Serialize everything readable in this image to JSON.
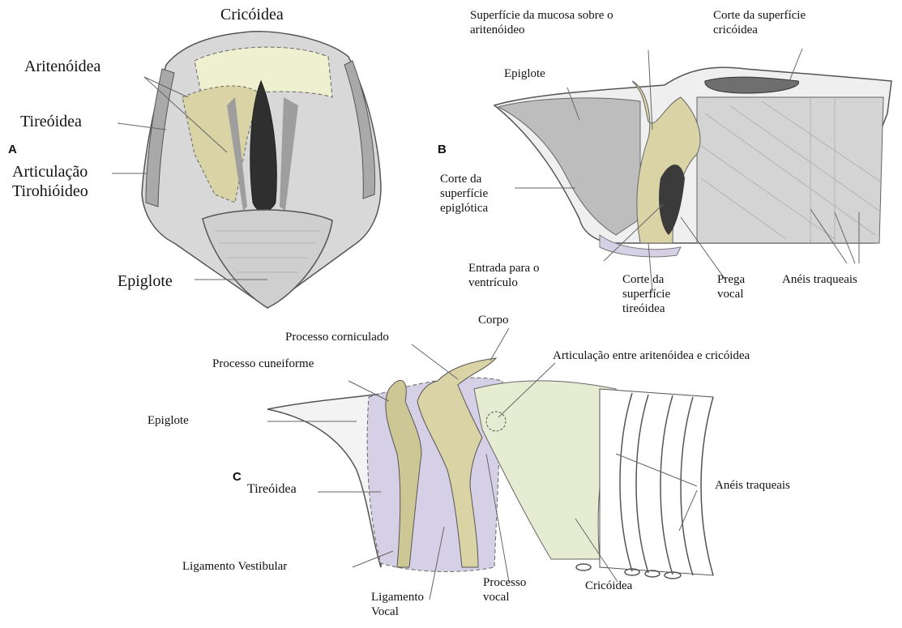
{
  "panel_a": {
    "panel_letter": "A",
    "labels": {
      "cricoidea": "Cricóidea",
      "aritenoidea": "Aritenóidea",
      "tireoidea": "Tireóidea",
      "articulacao_tirohioideo": "Articulação\nTirohióideo",
      "epiglote": "Epiglote"
    }
  },
  "panel_b": {
    "panel_letter": "B",
    "labels": {
      "superficie_mucosa": "Superfície da mucosa sobre o\naritenóideo",
      "corte_superficie_cricoidea": "Corte da superfície\ncricóidea",
      "epiglote": "Epiglote",
      "corte_superficie_epiglotica": "Corte da\nsuperfície\nepiglótica",
      "entrada_ventriculo": "Entrada para o\nventrículo",
      "corte_superficie_tireoidea": "Corte da\nsuperfície\ntireóidea",
      "prega_vocal": "Prega\nvocal",
      "aneis_traqueais": "Anéis traqueais"
    }
  },
  "panel_c": {
    "panel_letter": "C",
    "labels": {
      "corpo": "Corpo",
      "processo_corniculado": "Processo corniculado",
      "processo_cuneiforme": "Processo cuneiforme",
      "articulacao_aritenoidea_cricoidea": "Articulação entre aritenóidea e cricóidea",
      "epiglote": "Epiglote",
      "tireoidea": "Tireóidea",
      "aneis_traqueais": "Anéis traqueais",
      "ligamento_vestibular": "Ligamento Vestibular",
      "ligamento_vocal": "Ligamento\nVocal",
      "processo_vocal": "Processo\nvocal",
      "cricoidea": "Cricóidea"
    }
  },
  "colors": {
    "cartilage_yellow": "#d9d3a6",
    "lilac_region": "#d6d0e6",
    "pale_green": "#e6ecd1",
    "tissue_gray": "#bdbdbd",
    "dark_gray": "#4a4a4a"
  }
}
